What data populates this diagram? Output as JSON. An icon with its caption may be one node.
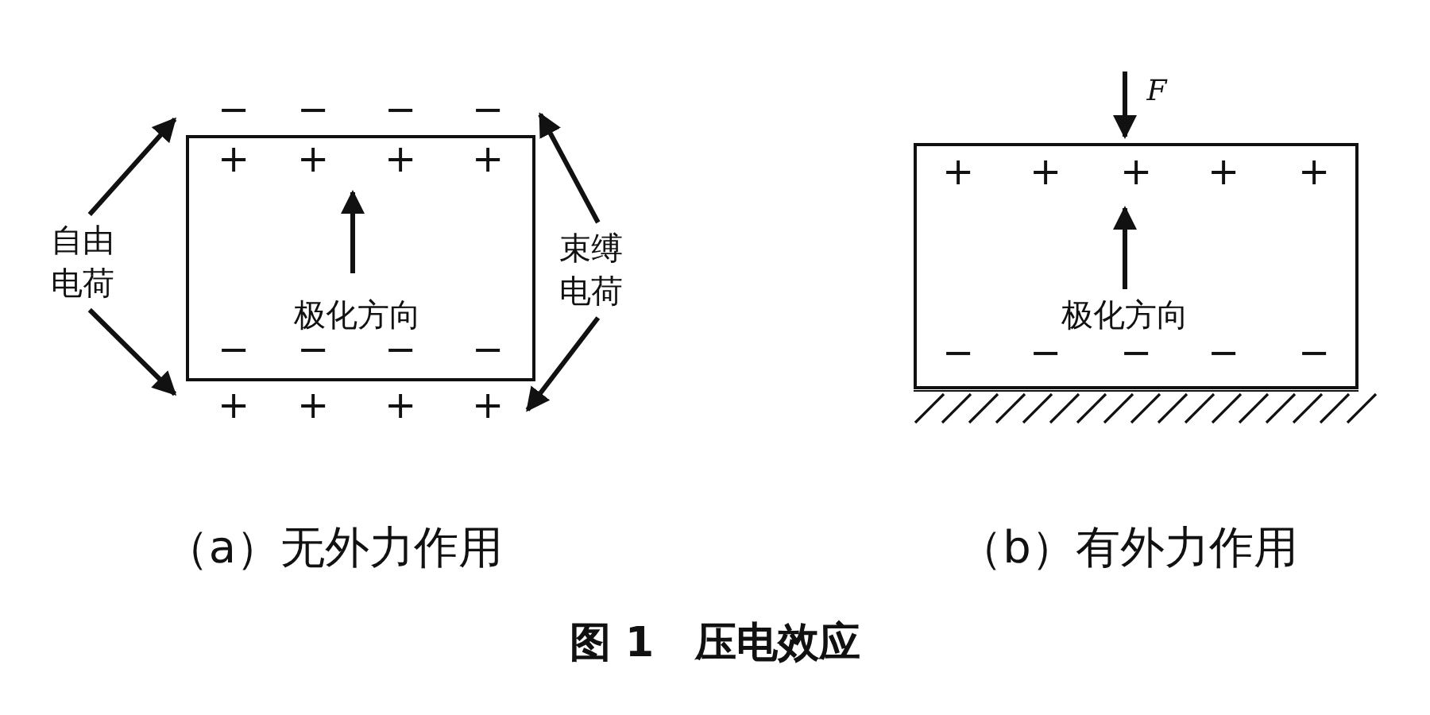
{
  "diagram": {
    "caption": "图 1　压电效应",
    "nodes": [
      {
        "text": [
          "自由电荷"
        ]
      },
      {
        "text": [
          "束缚电荷"
        ]
      },
      {
        "text": [],
        "shape": "box"
      },
      {
        "text": [],
        "shape": "box"
      }
    ],
    "edges": [
      {
        "from": 0,
        "to": 2,
        "arrow": "to"
      },
      {
        "from": 0,
        "to": 2,
        "arrow": "to"
      },
      {
        "from": 1,
        "to": 2,
        "arrow": "to"
      },
      {
        "from": 1,
        "to": 2,
        "arrow": "to"
      }
    ],
    "labels": [
      "F",
      "−",
      "−",
      "−",
      "−",
      "+",
      "+",
      "+",
      "+",
      "+",
      "+",
      "+",
      "+",
      "+",
      "极化方向",
      "极化方向",
      "−",
      "−",
      "−",
      "−",
      "−",
      "−",
      "−",
      "−",
      "−",
      "+",
      "+",
      "+",
      "+",
      "（a）无外力作用",
      "（b）有外力作用"
    ]
  }
}
